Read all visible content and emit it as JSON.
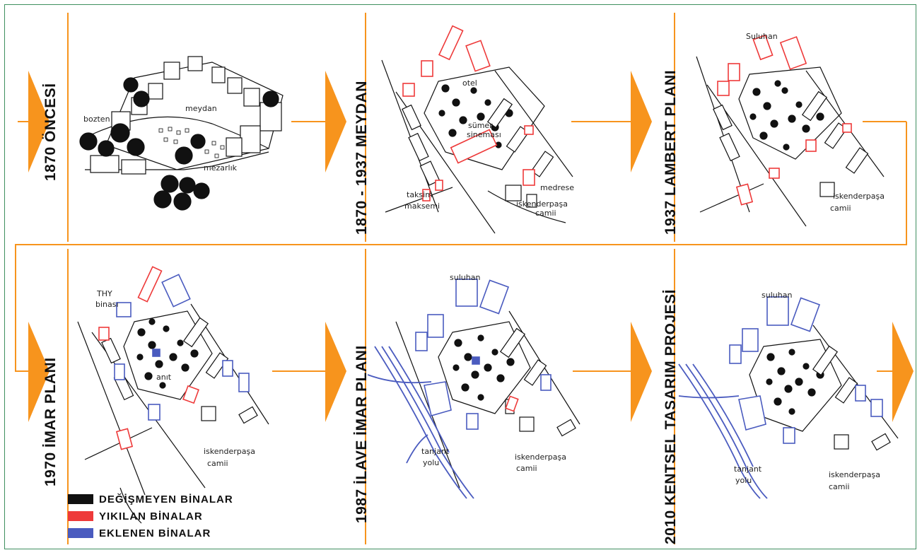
{
  "colors": {
    "flow": "#f7941d",
    "unchanged": "#111111",
    "demolished": "#ee3a3a",
    "added": "#4a5bbf",
    "frame": "#3f8f5f"
  },
  "periods": [
    {
      "label": "1870 ÖNCESİ"
    },
    {
      "label": "1870 - 1937 MEYDAN"
    },
    {
      "label": "1937 LAMBERT PLANI"
    },
    {
      "label": "1970 İMAR PLANI"
    },
    {
      "label": "1987 İLAVE İMAR PLANI"
    },
    {
      "label": "2010 KENTSEL TASARIM PROJESİ"
    }
  ],
  "map_labels": {
    "p1": {
      "meydan": "meydan",
      "bozten": "bozten",
      "mezarlik": "mezarlık"
    },
    "p2": {
      "otel": "otel",
      "sumer": "sümer",
      "sinemasi": "sineması",
      "taksim": "taksim",
      "maksemi": "maksemi",
      "medrese": "medrese",
      "iskenderpasa": "iskenderpaşa",
      "camii": "camii"
    },
    "p3": {
      "suluhan": "Suluhan",
      "iskenderpasa": "iskenderpaşa",
      "camii": "camii"
    },
    "p4": {
      "thy": "THY",
      "binasi": "binası",
      "anit": "anıt",
      "iskenderpasa": "iskenderpaşa",
      "camii": "camii"
    },
    "p5": {
      "suluhan": "suluhan",
      "tanjant": "tanjant",
      "yolu": "yolu",
      "iskenderpasa": "iskenderpaşa",
      "camii": "camii"
    },
    "p6": {
      "suluhan": "suluhan",
      "tanjant": "tanjant",
      "yolu": "yolu",
      "iskenderpasa": "iskenderpaşa",
      "camii": "camii"
    }
  },
  "legend": [
    {
      "label": "DEĞİŞMEYEN BİNALAR",
      "color": "#111111"
    },
    {
      "label": "YIKILAN BİNALAR",
      "color": "#ee3a3a"
    },
    {
      "label": "EKLENEN BİNALAR",
      "color": "#4a5bbf"
    }
  ]
}
